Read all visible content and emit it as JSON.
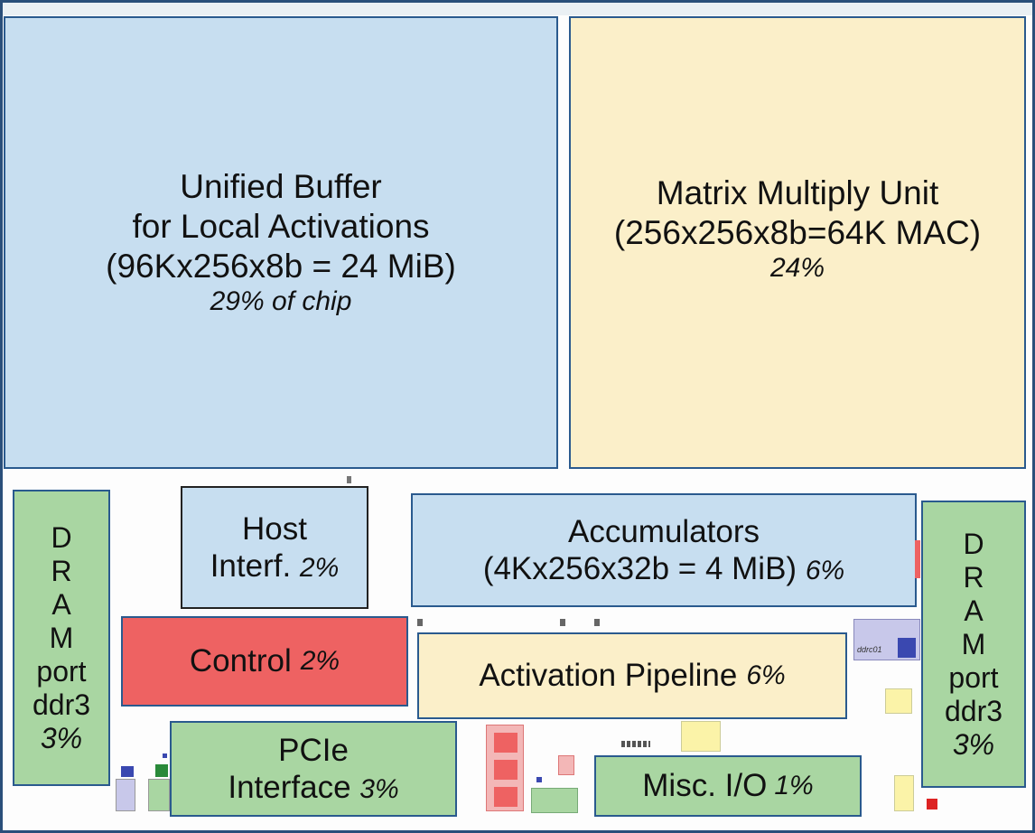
{
  "blocks": {
    "unified_buffer": {
      "line1": "Unified Buffer",
      "line2": "for Local Activations",
      "line3": "(96Kx256x8b = 24 MiB)",
      "pct": "29% of chip",
      "color": "#c7def0"
    },
    "matrix_multiply": {
      "line1": "Matrix Multiply Unit",
      "line2": "(256x256x8b=64K MAC)",
      "pct": "24%",
      "color": "#fbefc9"
    },
    "host_interface": {
      "line1": "Host",
      "line2": "Interf.",
      "pct": "2%"
    },
    "accumulators": {
      "line1": "Accumulators",
      "line2": "(4Kx256x32b = 4 MiB)",
      "pct": "6%"
    },
    "control": {
      "label": "Control",
      "pct": "2%",
      "color": "#ee6262"
    },
    "activation_pipeline": {
      "label": "Activation Pipeline",
      "pct": "6%"
    },
    "pcie": {
      "line1": "PCIe",
      "line2": "Interface",
      "pct": "3%",
      "color": "#a9d6a2"
    },
    "misc_io": {
      "label": "Misc. I/O",
      "pct": "1%"
    },
    "dram_left": {
      "letters": [
        "D",
        "R",
        "A",
        "M"
      ],
      "line1": "port",
      "line2": "ddr3",
      "pct": "3%"
    },
    "dram_right": {
      "letters": [
        "D",
        "R",
        "A",
        "M"
      ],
      "line1": "port",
      "line2": "ddr3",
      "pct": "3%"
    }
  },
  "small_labels": {
    "ddrc": "ddrc01"
  }
}
